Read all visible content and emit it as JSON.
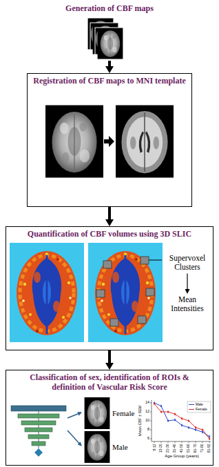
{
  "diagram": {
    "nodes": [
      {
        "text": [
          "Generation of CBF maps"
        ]
      },
      {
        "text": [
          "Registration of CBF maps to MNI template"
        ]
      },
      {
        "text": [
          "Quantification of CBF volumes using 3D SLIC"
        ]
      },
      {
        "text": [
          "Supervoxel Clusters"
        ],
        "in": 2
      },
      {
        "text": [
          "Mean Intensities"
        ],
        "in": 2
      },
      {
        "text": [
          "Classification of sex, identification of ROIs & definition of Vascular Risk Score"
        ]
      }
    ],
    "edges": [
      {
        "from": 0,
        "to": 1,
        "arrow": "to"
      },
      {
        "from": 1,
        "to": 2,
        "arrow": "to"
      },
      {
        "from": 2,
        "to": 5,
        "arrow": "to"
      },
      {
        "from": 3,
        "to": 4,
        "arrow": "to"
      }
    ],
    "labels": [
      "Female",
      "Male",
      "14",
      "12",
      "10",
      "8",
      "6",
      "8-12",
      "13-20",
      "21-30",
      "31-40",
      "41-50",
      "51-60",
      "61-70",
      "71-80",
      "81-92",
      "Mean CBF ± SEM",
      "Age Group (years)"
    ],
    "legend": [
      {
        "text": "Male"
      },
      {
        "text": "Female"
      }
    ]
  }
}
